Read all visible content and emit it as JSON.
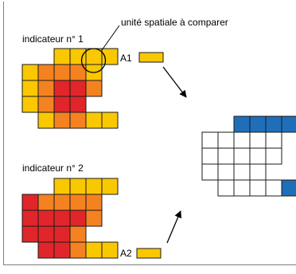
{
  "labels": {
    "annotation": "unité spatiale à comparer",
    "indicator1": "indicateur n° 1",
    "indicator2": "indicateur n° 2",
    "a1": "A1",
    "a2": "A2"
  },
  "colors": {
    "yellow": "#f9c800",
    "orange": "#f58220",
    "red": "#e0262b",
    "blue": "#1f6fb8",
    "white": "#ffffff",
    "grid_stroke": "#1a1a1a",
    "frame": "#7f7f7f"
  },
  "grids": {
    "indicator1": [
      [
        null,
        null,
        "yellow",
        "yellow",
        "yellow",
        "yellow"
      ],
      [
        "yellow",
        "orange",
        "orange",
        "orange",
        "yellow",
        null
      ],
      [
        "yellow",
        "orange",
        "red",
        "red",
        "orange",
        null
      ],
      [
        "yellow",
        "orange",
        "red",
        "red",
        null,
        null
      ],
      [
        null,
        "yellow",
        "orange",
        "orange",
        "yellow",
        "yellow"
      ]
    ],
    "indicator2": [
      [
        null,
        null,
        "yellow",
        "yellow",
        "yellow",
        "yellow"
      ],
      [
        "red",
        "orange",
        "orange",
        "orange",
        "orange",
        null
      ],
      [
        "red",
        "red",
        "red",
        "red",
        "orange",
        null
      ],
      [
        "red",
        "red",
        "red",
        "orange",
        null,
        null
      ],
      [
        null,
        "red",
        "red",
        "orange",
        "yellow",
        "yellow"
      ]
    ],
    "result": [
      [
        null,
        null,
        "blue",
        "blue",
        "blue",
        "blue"
      ],
      [
        "white",
        "white",
        "white",
        "white",
        "white",
        null
      ],
      [
        "white",
        "white",
        "white",
        "white",
        "white",
        null
      ],
      [
        "white",
        "white",
        "white",
        "white",
        null,
        null
      ],
      [
        null,
        "white",
        "white",
        "white",
        "white",
        "blue"
      ]
    ]
  }
}
